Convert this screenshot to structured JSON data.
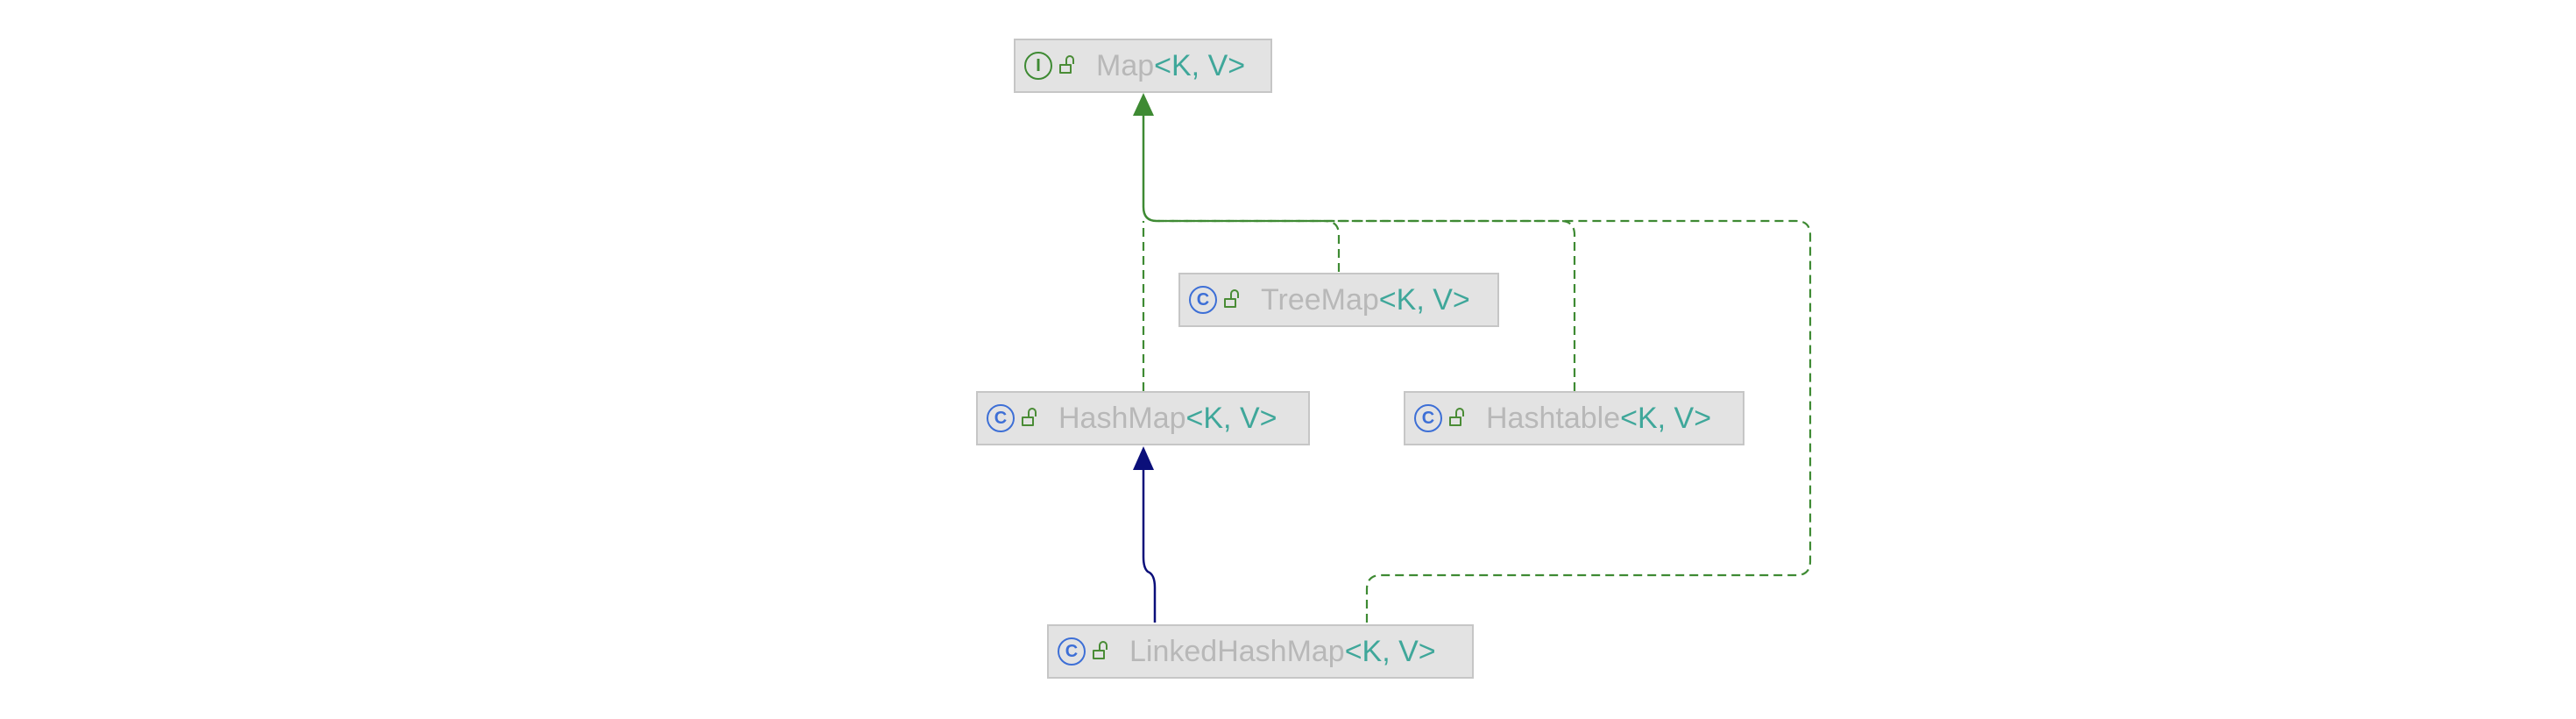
{
  "diagram": {
    "nodes": [
      {
        "id": "map",
        "kind": "I",
        "kind_icon": "interface-icon",
        "name": "Map",
        "generic": "<K, V>"
      },
      {
        "id": "treemap",
        "kind": "C",
        "kind_icon": "class-icon",
        "name": "TreeMap",
        "generic": "<K, V>"
      },
      {
        "id": "hashmap",
        "kind": "C",
        "kind_icon": "class-icon",
        "name": "HashMap",
        "generic": "<K, V>"
      },
      {
        "id": "hashtable",
        "kind": "C",
        "kind_icon": "class-icon",
        "name": "Hashtable",
        "generic": "<K, V>"
      },
      {
        "id": "linkedhashmap",
        "kind": "C",
        "kind_icon": "class-icon",
        "name": "LinkedHashMap",
        "generic": "<K, V>"
      }
    ],
    "edges": [
      {
        "from": "treemap",
        "to": "map",
        "type": "implements"
      },
      {
        "from": "hashmap",
        "to": "map",
        "type": "implements"
      },
      {
        "from": "hashtable",
        "to": "map",
        "type": "implements"
      },
      {
        "from": "linkedhashmap",
        "to": "map",
        "type": "implements"
      },
      {
        "from": "linkedhashmap",
        "to": "hashmap",
        "type": "extends"
      }
    ],
    "colors": {
      "implements": "#3e8a33",
      "extends": "#0b0f7a",
      "class_icon": "#3d6fd6",
      "interface_icon": "#3e8a33",
      "visibility_icon": "#4a8c36",
      "class_name": "#b8b8b8",
      "type_params": "#3fa79a",
      "node_fill": "#e3e3e3",
      "node_border": "#c6c6c6"
    }
  }
}
